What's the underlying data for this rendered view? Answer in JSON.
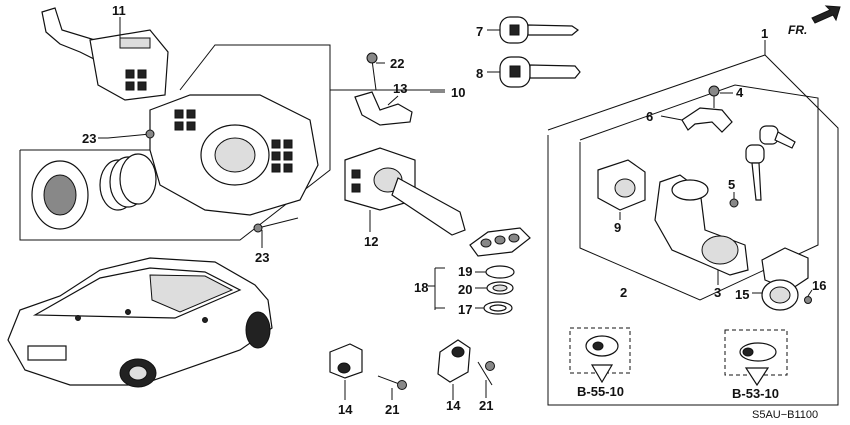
{
  "diagram_code": "S5AU−B1100",
  "direction_label": "FR.",
  "callouts": {
    "c1": "1",
    "c2": "2",
    "c3": "3",
    "c4": "4",
    "c5": "5",
    "c6": "6",
    "c7": "7",
    "c8": "8",
    "c9": "9",
    "c10": "10",
    "c11": "11",
    "c12": "12",
    "c13": "13",
    "c14a": "14",
    "c14b": "14",
    "c15": "15",
    "c16": "16",
    "c17": "17",
    "c18": "18",
    "c19": "19",
    "c20": "20",
    "c21a": "21",
    "c21b": "21",
    "c22": "22",
    "c23a": "23",
    "c23b": "23"
  },
  "references": {
    "ref_left": "B-55-10",
    "ref_right": "B-53-10"
  }
}
